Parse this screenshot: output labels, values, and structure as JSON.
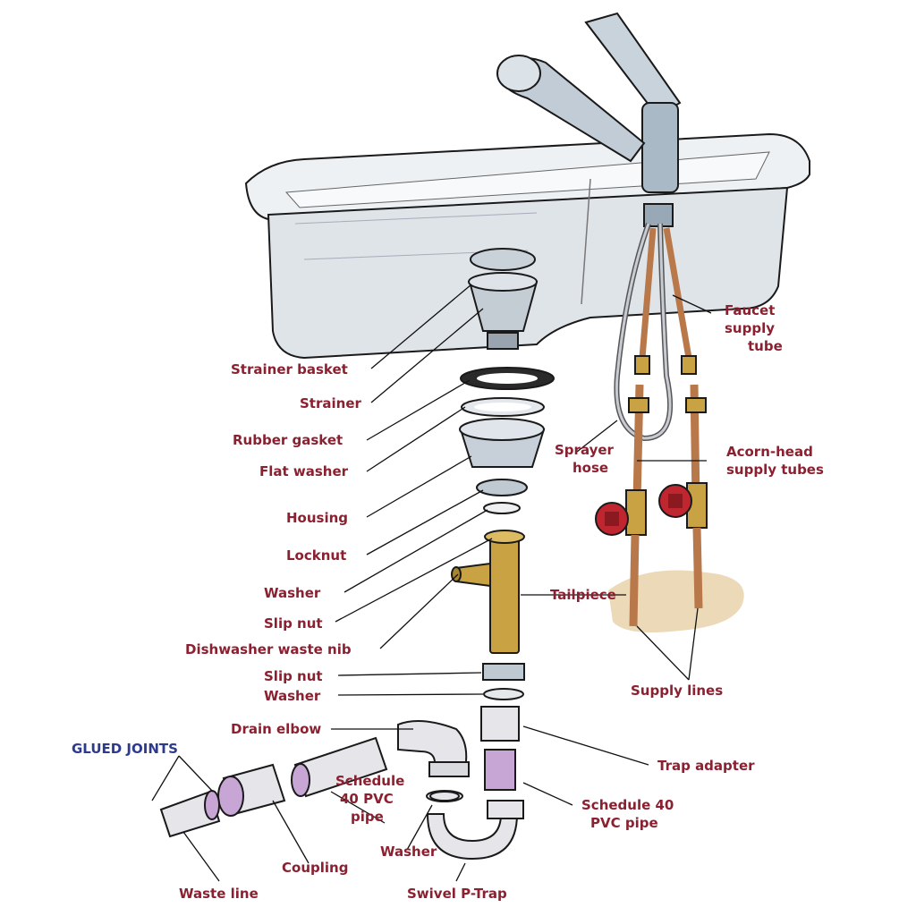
{
  "labels": {
    "strainer_basket": "Strainer basket",
    "strainer": "Strainer",
    "rubber_gasket": "Rubber gasket",
    "flat_washer": "Flat washer",
    "housing": "Housing",
    "locknut": "Locknut",
    "washer_1": "Washer",
    "slip_nut_1": "Slip nut",
    "dishwasher_waste_nib": "Dishwasher waste nib",
    "slip_nut_2": "Slip nut",
    "washer_2": "Washer",
    "drain_elbow": "Drain elbow",
    "glued_joints": "GLUED JOINTS",
    "schedule_40_pvc_pipe_left_1": "Schedule",
    "schedule_40_pvc_pipe_left_2": "40 PVC",
    "schedule_40_pvc_pipe_left_3": "pipe",
    "washer_3": "Washer",
    "coupling": "Coupling",
    "waste_line": "Waste line",
    "swivel_p_trap": "Swivel P-Trap",
    "faucet_supply_tube_1": "Faucet",
    "faucet_supply_tube_2": "supply",
    "faucet_supply_tube_3": "tube",
    "sprayer_hose_1": "Sprayer",
    "sprayer_hose_2": "hose",
    "acorn_head_1": "Acorn-head",
    "acorn_head_2": "supply tubes",
    "tailpiece": "Tailpiece",
    "supply_lines": "Supply lines",
    "trap_adapter": "Trap adapter",
    "schedule_40_pvc_pipe_right_1": "Schedule 40",
    "schedule_40_pvc_pipe_right_2": "PVC pipe"
  },
  "colors": {
    "label_red": "#8a2030",
    "label_blue": "#2e3a8c",
    "brass": "#c9a244",
    "copper": "#b8784a",
    "pvc": "#e6e6ea",
    "steel": "#b9c7d3",
    "valve_red": "#c0262f"
  }
}
